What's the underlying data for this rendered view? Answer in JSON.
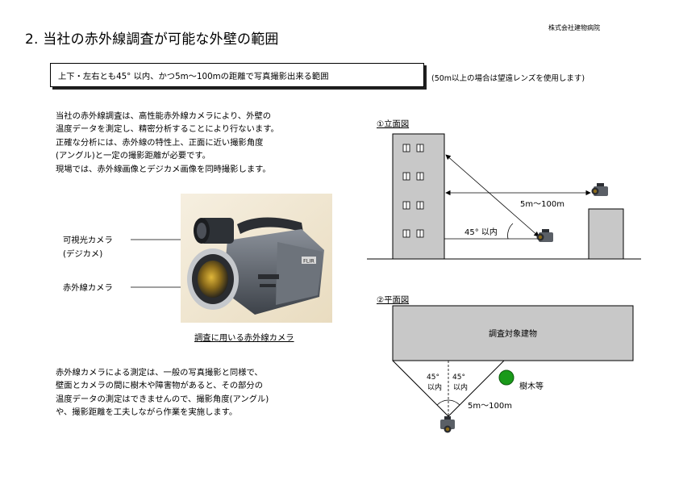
{
  "page": {
    "title": "2. 当社の赤外線調査が可能な外壁の範囲",
    "company": "株式会社建物病院"
  },
  "condition": {
    "text": "上下・左右とも45° 以内、かつ5m〜100mの距離で写真撮影出来る範囲",
    "note": "(50m以上の場合は望遠レンズを使用します)"
  },
  "intro": {
    "lines": [
      "当社の赤外線調査は、高性能赤外線カメラにより、外壁の",
      "温度データを測定し、精密分析することにより行ないます。",
      "正確な分析には、赤外線の特性上、正面に近い撮影角度",
      "(アングル)と一定の撮影距離が必要です。",
      "現場では、赤外線画像とデジカメ画像を同時撮影します。"
    ]
  },
  "camera": {
    "visible_label": "可視光カメラ",
    "visible_sub": "(デジカメ)",
    "infrared_label": "赤外線カメラ",
    "caption": "調査に用いる赤外線カメラ",
    "brand": "FLIR"
  },
  "bottom": {
    "lines": [
      "赤外線カメラによる測定は、一般の写真撮影と同様で、",
      "壁面とカメラの間に樹木や障害物があると、その部分の",
      "温度データの測定はできませんので、撮影角度(アングル)",
      "や、撮影距離を工夫しながら作業を実施します。"
    ]
  },
  "elevation": {
    "title": "①立面図",
    "distance": "5m〜100m",
    "angle": "45° 以内"
  },
  "plan": {
    "title": "②平面図",
    "building": "調査対象建物",
    "angle_top": "45°",
    "angle_bottom": "以内",
    "tree": "樹木等",
    "distance": "5m〜100m"
  },
  "colors": {
    "building_fill": "#c8c8c8",
    "tree_fill": "#1a9a1a",
    "camera_body": "#5a5f66"
  }
}
